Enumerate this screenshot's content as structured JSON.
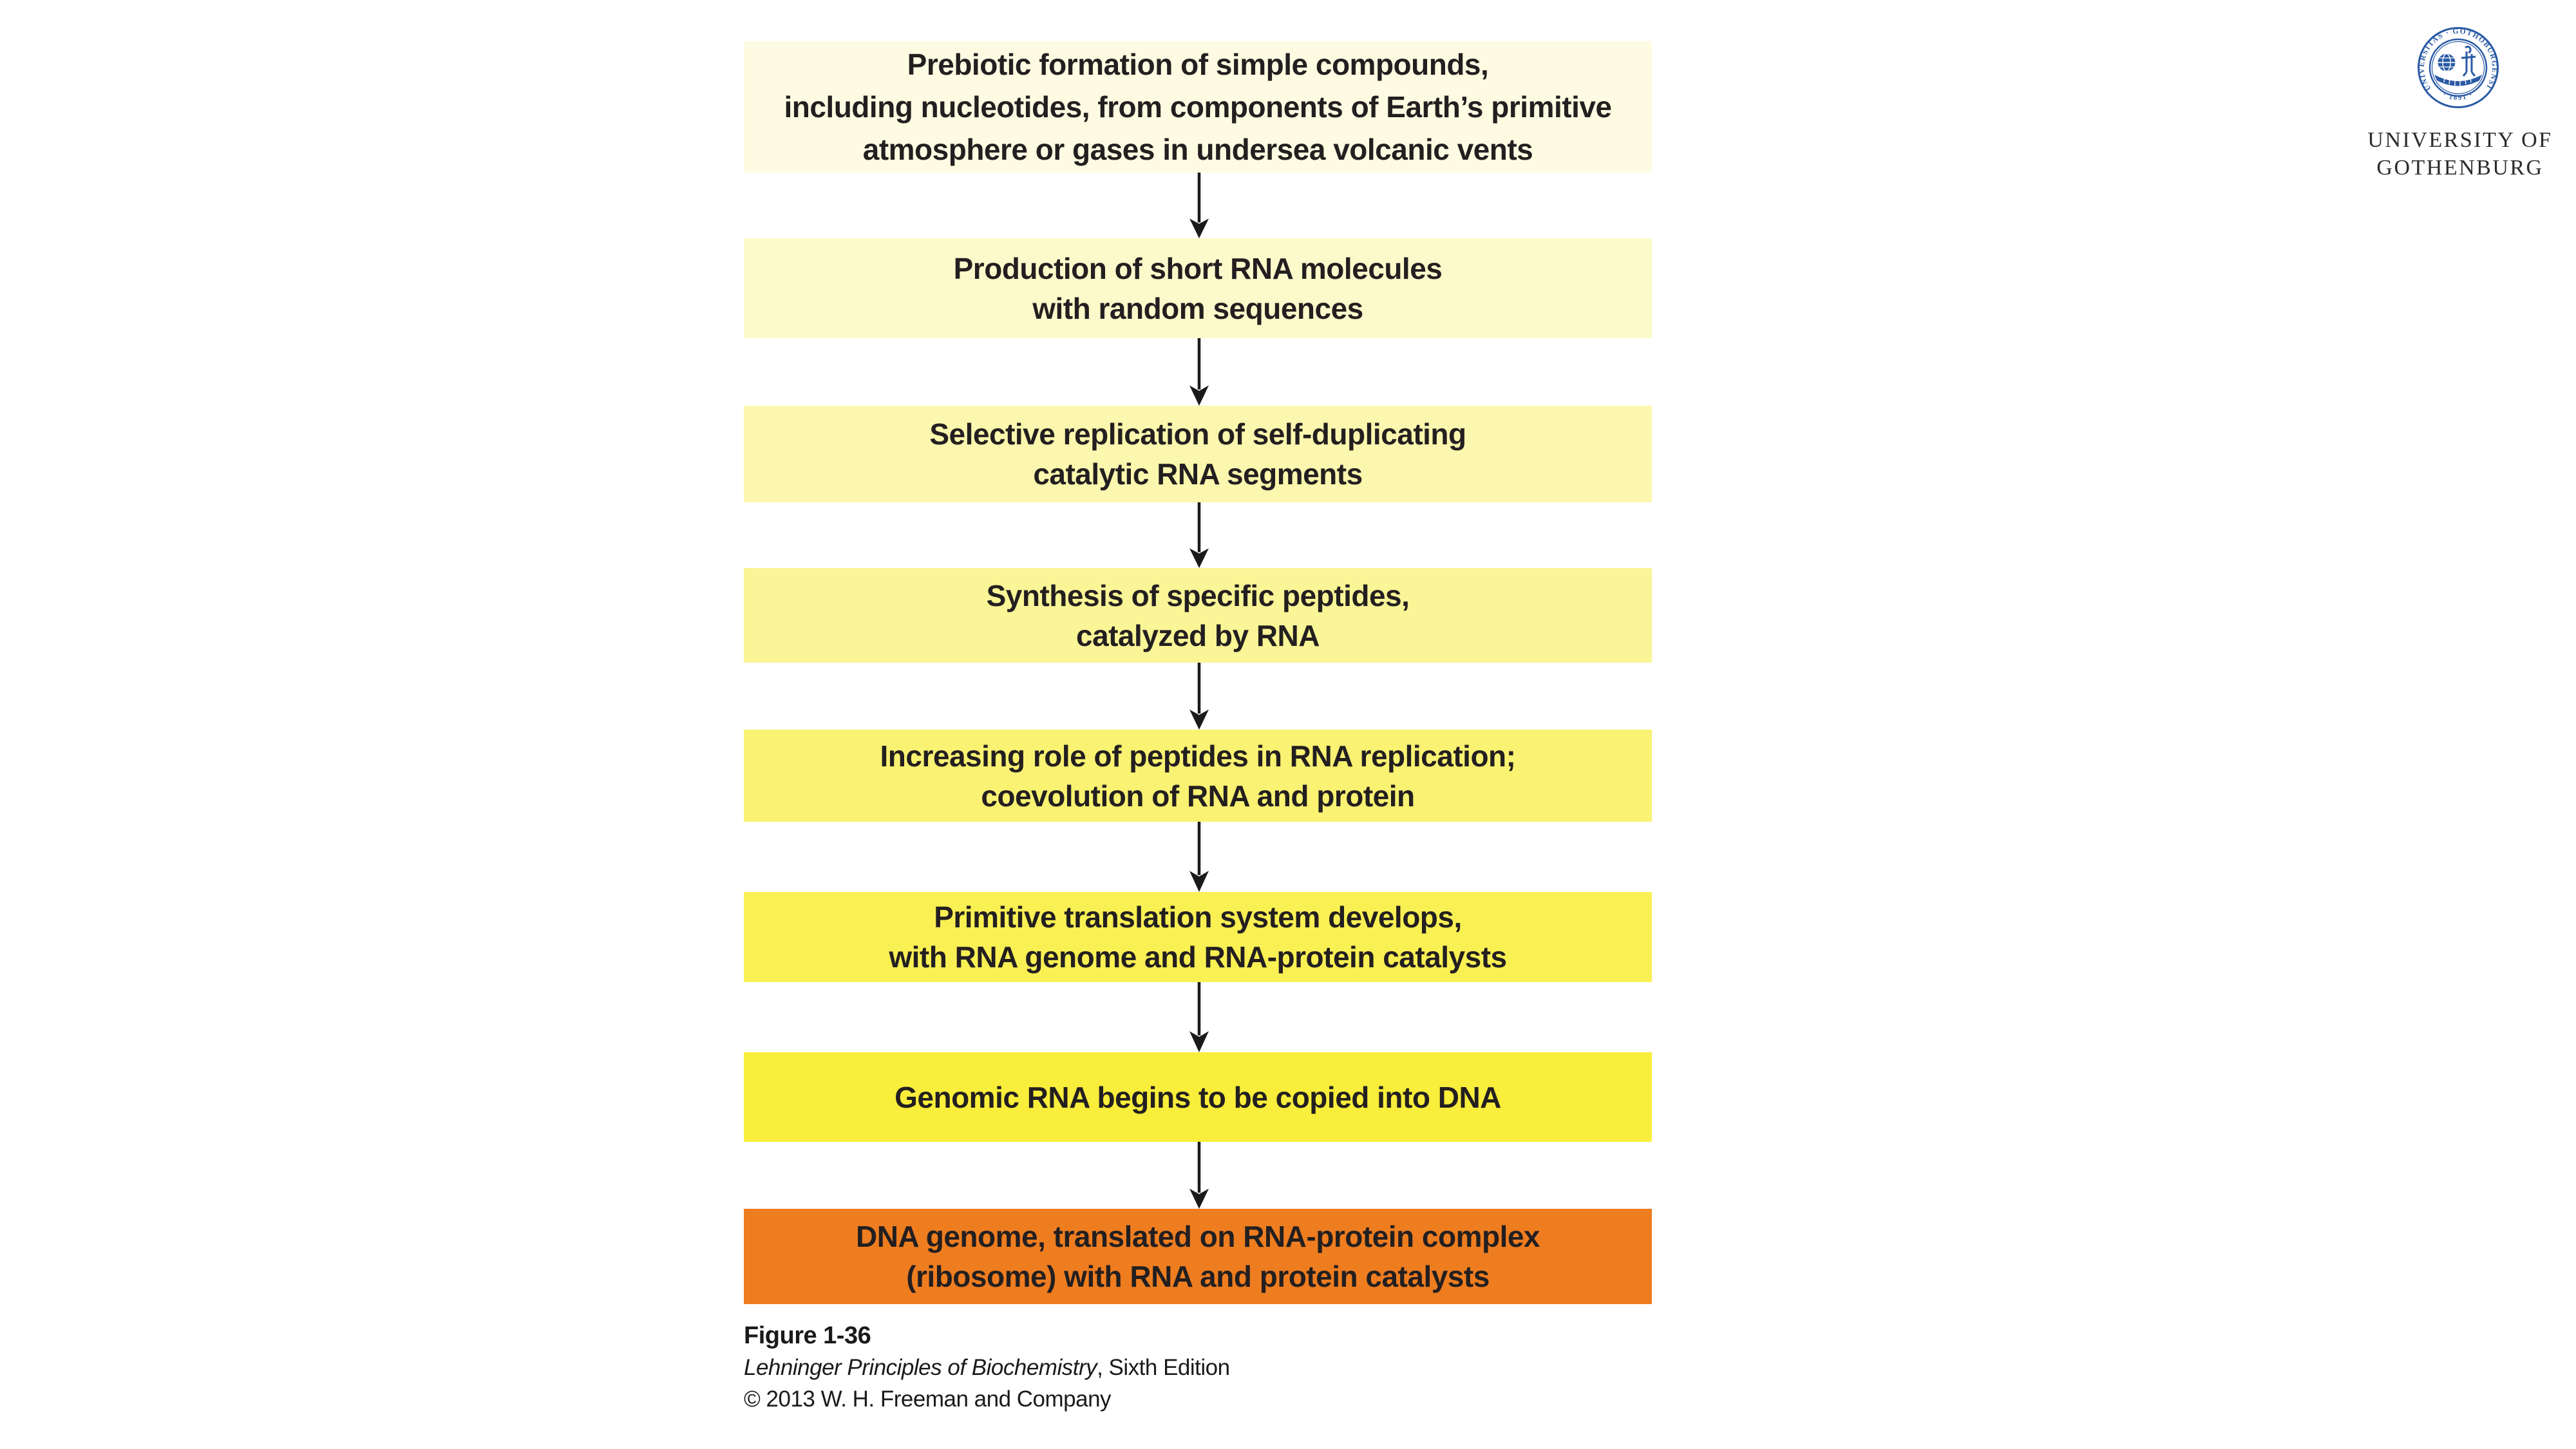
{
  "slide": {
    "background": "#ffffff",
    "text_color": "#231f20"
  },
  "flow": {
    "arrow_color": "#1a1a1a",
    "steps": [
      {
        "label": "Prebiotic formation of simple compounds,\nincluding nucleotides, from components of Earth’s primitive\natmosphere or gases in undersea volcanic vents",
        "color": "#fdfce2"
      },
      {
        "label": "Production of short RNA molecules\nwith random sequences",
        "color": "#fcfacb"
      },
      {
        "label": "Selective replication of self-duplicating\ncatalytic RNA segments",
        "color": "#fbf7ae"
      },
      {
        "label": "Synthesis of specific peptides,\ncatalyzed by RNA",
        "color": "#faf596"
      },
      {
        "label": "Increasing role of peptides in RNA replication;\ncoevolution of RNA and protein",
        "color": "#f9f272"
      },
      {
        "label": "Primitive translation system develops,\nwith RNA genome and RNA-protein catalysts",
        "color": "#f9f054"
      },
      {
        "label": "Genomic RNA begins to be copied into DNA",
        "color": "#f8ee3b"
      },
      {
        "label": "DNA genome, translated on RNA-protein complex\n(ribosome) with RNA and protein catalysts",
        "color": "#ee7d20"
      }
    ]
  },
  "caption": {
    "figure_label": "Figure 1-36",
    "book_title": "Lehninger Principles of Biochemistry",
    "edition": ", Sixth Edition",
    "copyright": "© 2013 W. H. Freeman and Company"
  },
  "logo": {
    "ring_text": "UNIVERSITAS · GOTHOBURGENSIS",
    "year": "· 1891 ·",
    "wordmark_line1": "UNIVERSITY OF",
    "wordmark_line2": "GOTHENBURG",
    "seal_color": "#2a5aa5",
    "wordmark_color": "#2b2b2b"
  }
}
